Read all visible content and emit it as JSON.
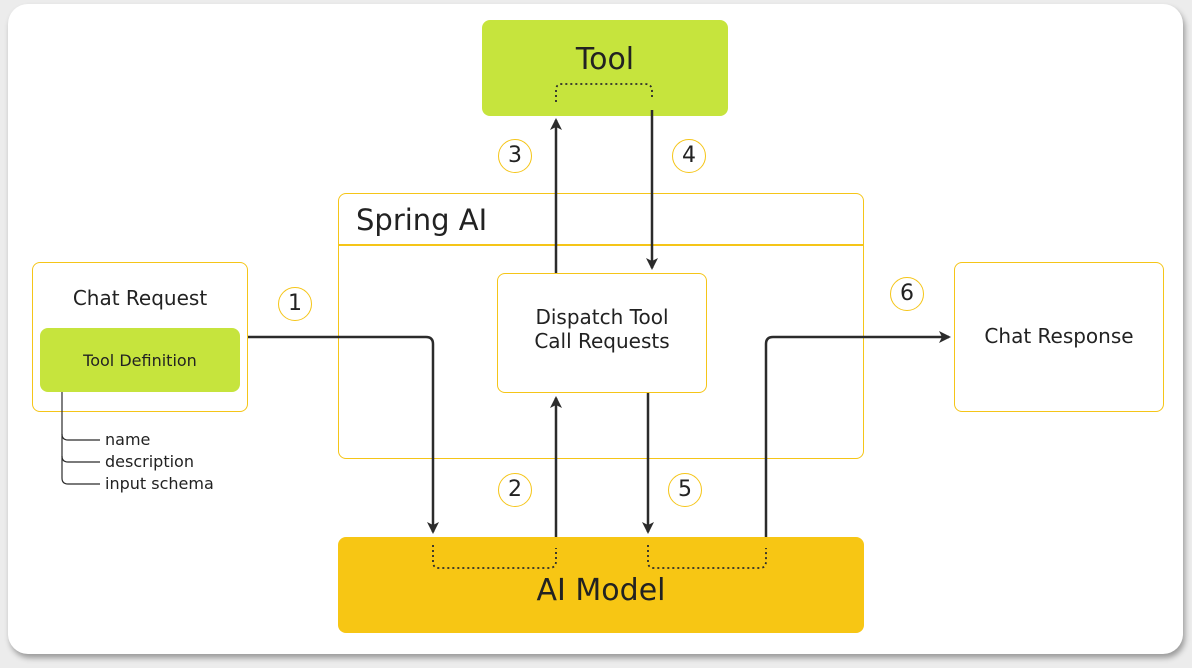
{
  "tool": {
    "label": "Tool"
  },
  "spring_ai": {
    "label": "Spring AI"
  },
  "dispatch": {
    "label": "Dispatch Tool\nCall Requests"
  },
  "chat_request": {
    "label": "Chat Request",
    "tool_definition": "Tool Definition",
    "fields": [
      "name",
      "description",
      "input schema"
    ]
  },
  "chat_response": {
    "label": "Chat Response"
  },
  "ai_model": {
    "label": "AI Model"
  },
  "steps": [
    "1",
    "2",
    "3",
    "4",
    "5",
    "6"
  ],
  "colors": {
    "tool_green": "#c6e43d",
    "model_yellow": "#f7c614",
    "outline_yellow": "#f5c518",
    "arrow": "#2b2b2b"
  }
}
